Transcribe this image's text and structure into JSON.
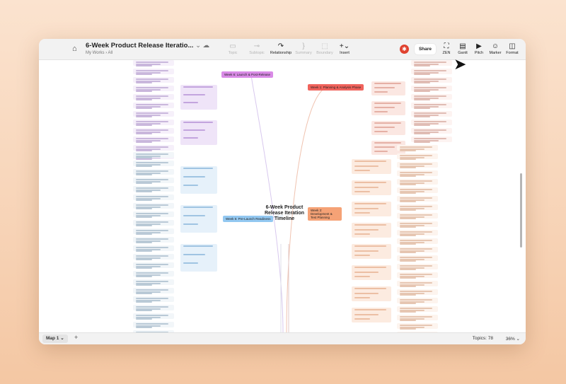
{
  "header": {
    "title": "6-Week Product Release Iteratio...",
    "breadcrumb": "My Works  ›  All"
  },
  "toolbar": {
    "topic": "Topic",
    "subtopic": "Subtopic",
    "relationship": "Relationship",
    "summary": "Summary",
    "boundary": "Boundary",
    "insert": "Insert",
    "share": "Share",
    "zen": "ZEN",
    "gantt": "Gantt",
    "pitch": "Pitch",
    "marker": "Marker",
    "format": "Format"
  },
  "map": {
    "central": "6-Week Product Release Iteration Timeline",
    "branches": [
      {
        "label": "Week 6: Launch & Post-Release",
        "color": "#d98be6"
      },
      {
        "label": "Week 1: Planning & Analysis Phase",
        "color": "#f0635c"
      },
      {
        "label": "Week 5: Pre-Launch Readiness",
        "color": "#93c8f1"
      },
      {
        "label": "Week 2: Development & Test Planning",
        "color": "#f5a276"
      }
    ]
  },
  "bottom": {
    "map_tab": "Map 1",
    "topics": "Topics: 78",
    "zoom": "36%"
  },
  "colors": {
    "avatar": "#e0422f",
    "background": "#f7d3b6"
  }
}
